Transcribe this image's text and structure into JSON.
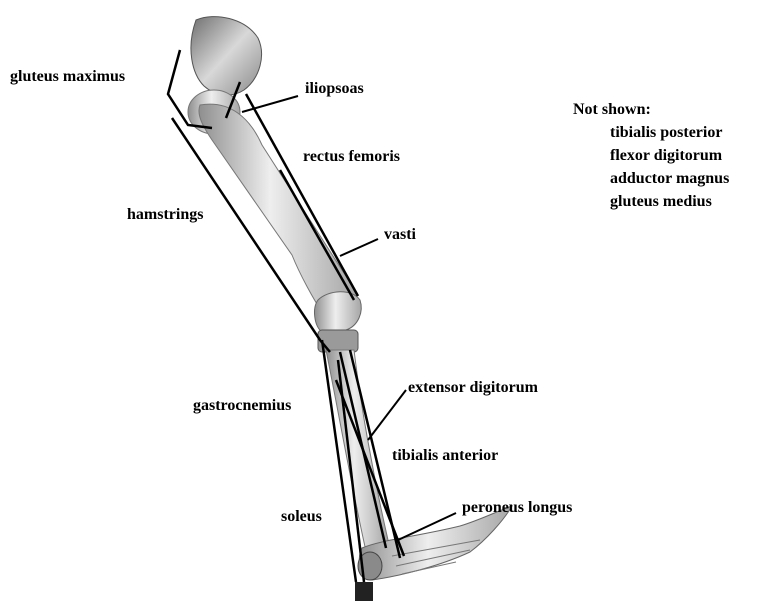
{
  "labels": {
    "gluteus_maximus": "gluteus maximus",
    "iliopsoas": "iliopsoas",
    "rectus_femoris": "rectus femoris",
    "hamstrings": "hamstrings",
    "vasti": "vasti",
    "gastrocnemius": "gastrocnemius",
    "extensor_digitorum": "extensor digitorum",
    "tibialis_anterior": "tibialis anterior",
    "soleus": "soleus",
    "peroneus_longus": "peroneus longus"
  },
  "not_shown": {
    "title": "Not shown:",
    "items": [
      "tibialis posterior",
      "flexor digitorum",
      "adductor magnus",
      "gluteus medius"
    ]
  },
  "colors": {
    "text": "#000000",
    "bone": "#e4e4e4",
    "bone_shadow": "#9a9a9a",
    "muscle_line": "#000000"
  }
}
